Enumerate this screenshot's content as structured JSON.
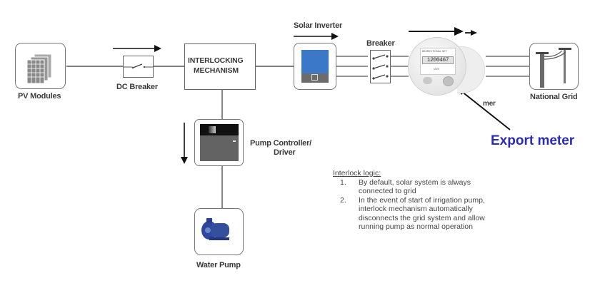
{
  "nodes": {
    "pv_modules": "PV Modules",
    "dc_breaker": "DC Breaker",
    "interlocking": [
      "INTERLOCKING",
      "MECHANISM"
    ],
    "solar_inverter": "Solar Inverter",
    "breaker": "Breaker",
    "meter_partial": "mer",
    "national_grid": "National Grid",
    "pump_controller": [
      "Pump Controller/",
      "Driver"
    ],
    "water_pump": "Water Pump"
  },
  "meter_display": {
    "header": "BIDIRECTIONAL NET",
    "reading": "1200467",
    "footer": "kWh"
  },
  "annotation": {
    "label": "Export meter",
    "color": "#2b2bb8"
  },
  "interlock_logic": {
    "title": "Interlock logic:",
    "items": [
      {
        "num": "1.",
        "lines": [
          "By default, solar system is always",
          "connected to grid"
        ]
      },
      {
        "num": "2.",
        "lines": [
          "In the event of start of irrigation pump,",
          "interlock mechanism automatically",
          "disconnects the grid system and allow",
          "running pump as normal operation"
        ]
      }
    ]
  },
  "colors": {
    "inverter_screen": "#3b78c8",
    "pump_body": "#2f46a0",
    "line": "#555555"
  }
}
